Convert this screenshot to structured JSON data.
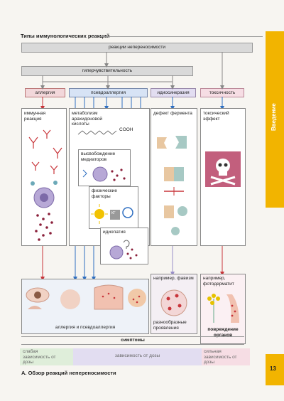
{
  "header": {
    "title": "Типы иммунологических реакций"
  },
  "nodes": {
    "intolerance": "реакции непереносимости",
    "hypersensitivity": "гиперчувствительность",
    "allergy": "аллергия",
    "pseudoallergy": "псевдоаллергия",
    "idiosyncrasy": "идиосинкразия",
    "toxicity": "токсичность",
    "immune_reaction": "иммунная реакция",
    "arachidonic": "метаболизм арахидоновой кислоты",
    "cooh": "COOH",
    "mediators": "высвобождение медиаторов",
    "physical": "физические факторы",
    "kg": "КГ",
    "idiopathy": "идиопатия",
    "enzyme_defect": "дефект фермента",
    "toxic_effect": "токсический эффект",
    "favism": "например, фавизм",
    "photodermatitis": "например, фотодерматит",
    "diverse": "разнообразные проявления",
    "allergy_pseudo": "аллергия и псевдоаллергия",
    "organ_damage": "повреждение органов",
    "symptoms": "симптомы",
    "weak_dose": "слабая зависимость от дозы",
    "dose_dep": "зависимость от дозы",
    "strong_dose": "сильная зависимость от дозы"
  },
  "caption": "A. Обзор реакций непереносимости",
  "side_tab": "Введение",
  "page_number": "13",
  "colors": {
    "red": "#c8353a",
    "blue": "#2f6fc1",
    "violet": "#9a8fc9",
    "pink": "#d68aa1",
    "tab": "#f2b400"
  }
}
